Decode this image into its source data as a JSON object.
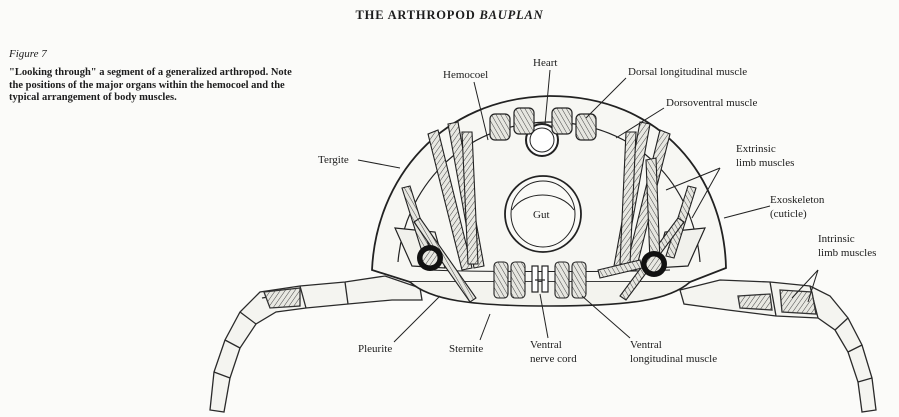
{
  "header": {
    "title_main": "THE ARTHROPOD ",
    "title_italic": "BAUPLAN"
  },
  "figure": {
    "label": "Figure 7",
    "caption": "\"Looking through\" a segment of a generalized arthropod. Note the positions of the major organs within the hemocoel and the typical arrangement of body muscles."
  },
  "labels": {
    "hemocoel": "Hemocoel",
    "heart": "Heart",
    "dorsal_longitudinal_muscle": "Dorsal longitudinal muscle",
    "dorsoventral_muscle": "Dorsoventral muscle",
    "tergite": "Tergite",
    "extrinsic_limb_muscles_1": "Extrinsic",
    "extrinsic_limb_muscles_2": "limb muscles",
    "exoskeleton_1": "Exoskeleton",
    "exoskeleton_2": "(cuticle)",
    "intrinsic_limb_muscles_1": "Intrinsic",
    "intrinsic_limb_muscles_2": "limb muscles",
    "gut": "Gut",
    "pleurite": "Pleurite",
    "sternite": "Sternite",
    "ventral_nerve_cord_1": "Ventral",
    "ventral_nerve_cord_2": "nerve cord",
    "ventral_longitudinal_muscle_1": "Ventral",
    "ventral_longitudinal_muscle_2": "longitudinal muscle"
  }
}
